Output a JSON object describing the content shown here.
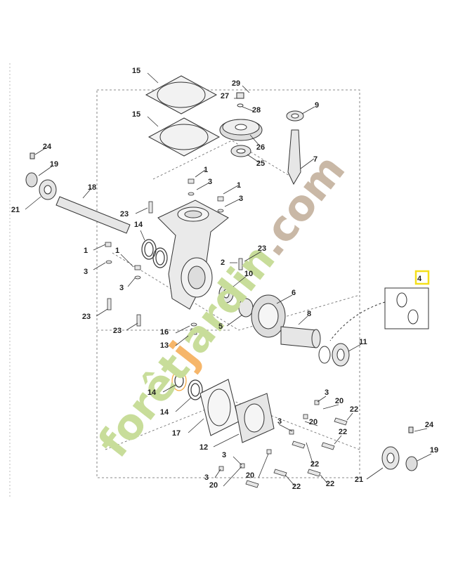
{
  "watermark": {
    "text_green": "forêt",
    "text_orange": "j",
    "text_green2": "ardin",
    "text_brown": ".com",
    "colors": {
      "green": "#c8dd9a",
      "orange": "#f6b66a",
      "brown": "#c9b8a6"
    }
  },
  "colors": {
    "highlight": "#f4df1a",
    "line": "#333333",
    "part_fill": "#e6e6e6"
  },
  "callouts": [
    {
      "id": "15a",
      "label": "15"
    },
    {
      "id": "15b",
      "label": "15"
    },
    {
      "id": "29",
      "label": "29"
    },
    {
      "id": "27",
      "label": "27"
    },
    {
      "id": "28",
      "label": "28"
    },
    {
      "id": "9",
      "label": "9"
    },
    {
      "id": "26",
      "label": "26"
    },
    {
      "id": "25",
      "label": "25"
    },
    {
      "id": "7",
      "label": "7"
    },
    {
      "id": "24a",
      "label": "24"
    },
    {
      "id": "19a",
      "label": "19"
    },
    {
      "id": "21a",
      "label": "21"
    },
    {
      "id": "18",
      "label": "18"
    },
    {
      "id": "1a",
      "label": "1"
    },
    {
      "id": "3a",
      "label": "3"
    },
    {
      "id": "1b",
      "label": "1"
    },
    {
      "id": "3b",
      "label": "3"
    },
    {
      "id": "23a",
      "label": "23"
    },
    {
      "id": "14a",
      "label": "14"
    },
    {
      "id": "1c",
      "label": "1"
    },
    {
      "id": "3c",
      "label": "3"
    },
    {
      "id": "1d",
      "label": "1"
    },
    {
      "id": "3d",
      "label": "3"
    },
    {
      "id": "23b",
      "label": "23"
    },
    {
      "id": "23c",
      "label": "23"
    },
    {
      "id": "23d",
      "label": "23"
    },
    {
      "id": "2",
      "label": "2"
    },
    {
      "id": "10",
      "label": "10"
    },
    {
      "id": "6",
      "label": "6"
    },
    {
      "id": "8",
      "label": "8"
    },
    {
      "id": "5",
      "label": "5"
    },
    {
      "id": "16",
      "label": "16"
    },
    {
      "id": "13",
      "label": "13"
    },
    {
      "id": "11",
      "label": "11"
    },
    {
      "id": "4",
      "label": "4"
    },
    {
      "id": "14b",
      "label": "14"
    },
    {
      "id": "14c",
      "label": "14"
    },
    {
      "id": "17",
      "label": "17"
    },
    {
      "id": "12",
      "label": "12"
    },
    {
      "id": "3e",
      "label": "3"
    },
    {
      "id": "20a",
      "label": "20"
    },
    {
      "id": "22a",
      "label": "22"
    },
    {
      "id": "3f",
      "label": "3"
    },
    {
      "id": "20b",
      "label": "20"
    },
    {
      "id": "22b",
      "label": "22"
    },
    {
      "id": "3g",
      "label": "3"
    },
    {
      "id": "3h",
      "label": "3"
    },
    {
      "id": "20c",
      "label": "20"
    },
    {
      "id": "20d",
      "label": "20"
    },
    {
      "id": "22c",
      "label": "22"
    },
    {
      "id": "22d",
      "label": "22"
    },
    {
      "id": "22e",
      "label": "22"
    },
    {
      "id": "24b",
      "label": "24"
    },
    {
      "id": "19b",
      "label": "19"
    },
    {
      "id": "21b",
      "label": "21"
    }
  ]
}
